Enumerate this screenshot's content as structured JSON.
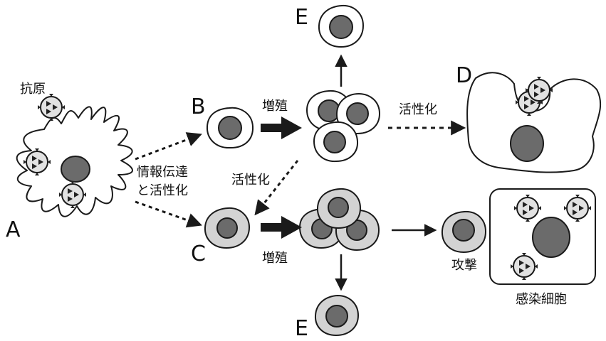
{
  "cells": {
    "A": "A",
    "B": "B",
    "C": "C",
    "D": "D",
    "E_top": "E",
    "E_bottom": "E"
  },
  "labels": {
    "antigen": "抗原",
    "signal_line1": "情報伝達",
    "signal_line2": "と活性化",
    "prolif_top": "増殖",
    "prolif_bottom": "増殖",
    "activation_right": "活性化",
    "activation_mid": "活性化",
    "attack": "攻撃",
    "infected_cell": "感染細胞"
  },
  "colors": {
    "nucleus": "#6b6b6b",
    "c_cell_cytoplasm": "#d3d3d3",
    "antigen_fill": "#e2e2e2",
    "outline": "#1a1a1a"
  }
}
